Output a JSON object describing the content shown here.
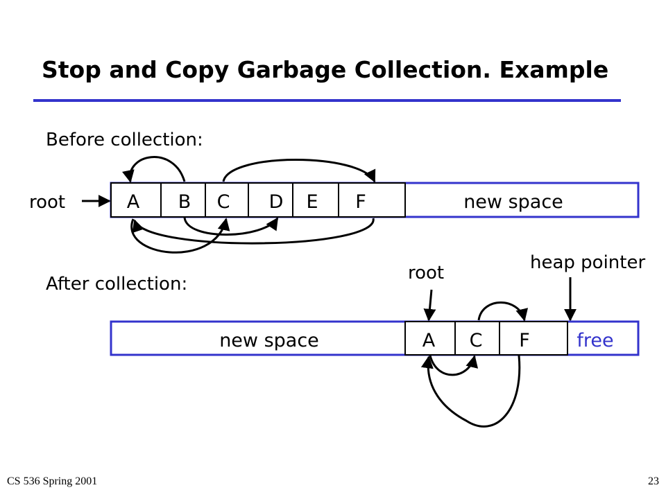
{
  "slide": {
    "title": "Stop and Copy Garbage Collection. Example",
    "footer_left": "CS 536  Spring 2001",
    "page_number": "23"
  },
  "before": {
    "label": "Before collection:",
    "root_label": "root",
    "cells": [
      "A",
      "B",
      "C",
      "D",
      "E",
      "F"
    ],
    "new_space_label": "new space"
  },
  "after": {
    "label": "After collection:",
    "new_space_label": "new space",
    "cells": [
      "A",
      "C",
      "F"
    ],
    "free_label": "free",
    "root_label": "root",
    "heap_pointer_label": "heap pointer"
  },
  "colors": {
    "title_rule": "#3333cc",
    "box_border": "#3333cc",
    "free_text": "#3333cc",
    "text": "#000000"
  }
}
